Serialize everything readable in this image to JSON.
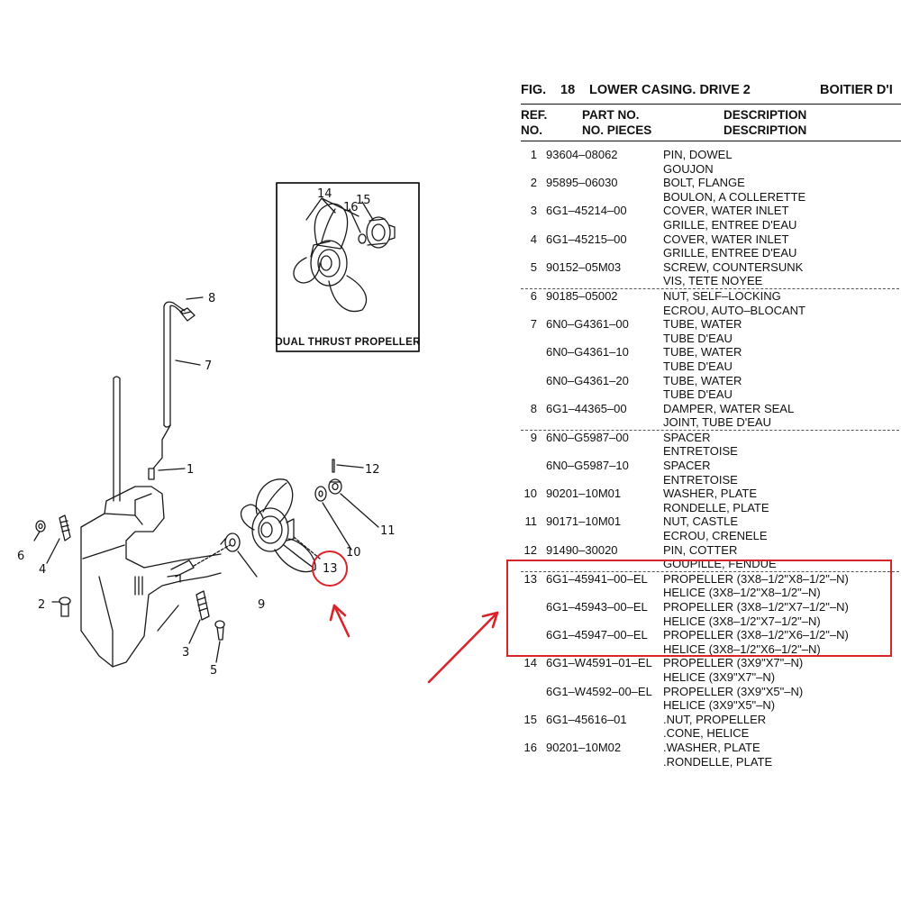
{
  "diagram": {
    "inset_title": "DUAL THRUST PROPELLER",
    "inset_callouts": [
      "14",
      "15",
      "16"
    ],
    "callouts": [
      "1",
      "2",
      "3",
      "4",
      "5",
      "6",
      "7",
      "8",
      "9",
      "10",
      "11",
      "12",
      "13"
    ]
  },
  "catalog": {
    "fig_label": "FIG.",
    "fig_number": "18",
    "title_en": "LOWER CASING. DRIVE 2",
    "title_fr": "BOITIER D'I",
    "headers": {
      "ref_line1": "REF.",
      "ref_line2": "NO.",
      "part_line1": "PART NO.",
      "part_line2": "NO. PIECES",
      "desc_line1": "DESCRIPTION",
      "desc_line2": "DESCRIPTION"
    },
    "rows": [
      {
        "ref": "1",
        "part": "93604–08062",
        "desc": "PIN, DOWEL"
      },
      {
        "ref": "",
        "part": "",
        "desc": "GOUJON"
      },
      {
        "ref": "2",
        "part": "95895–06030",
        "desc": "BOLT, FLANGE"
      },
      {
        "ref": "",
        "part": "",
        "desc": "BOULON, A COLLERETTE"
      },
      {
        "ref": "3",
        "part": "6G1–45214–00",
        "desc": "COVER, WATER INLET"
      },
      {
        "ref": "",
        "part": "",
        "desc": "GRILLE, ENTREE D'EAU"
      },
      {
        "ref": "4",
        "part": "6G1–45215–00",
        "desc": "COVER, WATER INLET"
      },
      {
        "ref": "",
        "part": "",
        "desc": "GRILLE, ENTREE D'EAU"
      },
      {
        "ref": "5",
        "part": "90152–05M03",
        "desc": "SCREW, COUNTERSUNK"
      },
      {
        "ref": "",
        "part": "",
        "desc": "VIS, TETE NOYEE"
      },
      {
        "ref": "6",
        "part": "90185–05002",
        "desc": "NUT, SELF–LOCKING"
      },
      {
        "ref": "",
        "part": "",
        "desc": "ECROU, AUTO–BLOCANT"
      },
      {
        "ref": "7",
        "part": "6N0–G4361–00",
        "desc": "TUBE, WATER"
      },
      {
        "ref": "",
        "part": "",
        "desc": "TUBE D'EAU"
      },
      {
        "ref": "",
        "part": "6N0–G4361–10",
        "desc": "TUBE, WATER"
      },
      {
        "ref": "",
        "part": "",
        "desc": "TUBE D'EAU"
      },
      {
        "ref": "",
        "part": "6N0–G4361–20",
        "desc": "TUBE, WATER"
      },
      {
        "ref": "",
        "part": "",
        "desc": "TUBE D'EAU"
      },
      {
        "ref": "8",
        "part": "6G1–44365–00",
        "desc": "DAMPER, WATER SEAL"
      },
      {
        "ref": "",
        "part": "",
        "desc": "JOINT, TUBE D'EAU"
      },
      {
        "ref": "9",
        "part": "6N0–G5987–00",
        "desc": "SPACER"
      },
      {
        "ref": "",
        "part": "",
        "desc": "ENTRETOISE"
      },
      {
        "ref": "",
        "part": "6N0–G5987–10",
        "desc": "SPACER"
      },
      {
        "ref": "",
        "part": "",
        "desc": "ENTRETOISE"
      },
      {
        "ref": "10",
        "part": "90201–10M01",
        "desc": "WASHER, PLATE"
      },
      {
        "ref": "",
        "part": "",
        "desc": "RONDELLE, PLATE"
      },
      {
        "ref": "11",
        "part": "90171–10M01",
        "desc": "NUT, CASTLE"
      },
      {
        "ref": "",
        "part": "",
        "desc": "ECROU, CRENELE"
      },
      {
        "ref": "12",
        "part": "91490–30020",
        "desc": "PIN, COTTER"
      },
      {
        "ref": "",
        "part": "",
        "desc": "GOUPILLE, FENDUE"
      },
      {
        "ref": "13",
        "part": "6G1–45941–00–EL",
        "desc": "PROPELLER (3X8–1/2\"X8–1/2\"–N)"
      },
      {
        "ref": "",
        "part": "",
        "desc": "HELICE (3X8–1/2\"X8–1/2\"–N)"
      },
      {
        "ref": "",
        "part": "6G1–45943–00–EL",
        "desc": "PROPELLER (3X8–1/2\"X7–1/2\"–N)"
      },
      {
        "ref": "",
        "part": "",
        "desc": "HELICE (3X8–1/2\"X7–1/2\"–N)"
      },
      {
        "ref": "",
        "part": "6G1–45947–00–EL",
        "desc": "PROPELLER (3X8–1/2\"X6–1/2\"–N)"
      },
      {
        "ref": "",
        "part": "",
        "desc": "HELICE (3X8–1/2\"X6–1/2\"–N)"
      },
      {
        "ref": "14",
        "part": "6G1–W4591–01–EL",
        "desc": "PROPELLER (3X9\"X7\"–N)"
      },
      {
        "ref": "",
        "part": "",
        "desc": "HELICE (3X9\"X7\"–N)"
      },
      {
        "ref": "",
        "part": "6G1–W4592–00–EL",
        "desc": "PROPELLER (3X9\"X5\"–N)"
      },
      {
        "ref": "",
        "part": "",
        "desc": "HELICE (3X9\"X5\"–N)"
      },
      {
        "ref": "15",
        "part": "6G1–45616–01",
        "desc": ".NUT, PROPELLER"
      },
      {
        "ref": "",
        "part": "",
        "desc": ".CONE, HELICE"
      },
      {
        "ref": "16",
        "part": "90201–10M02",
        "desc": ".WASHER, PLATE"
      },
      {
        "ref": "",
        "part": "",
        "desc": ".RONDELLE, PLATE"
      }
    ]
  }
}
